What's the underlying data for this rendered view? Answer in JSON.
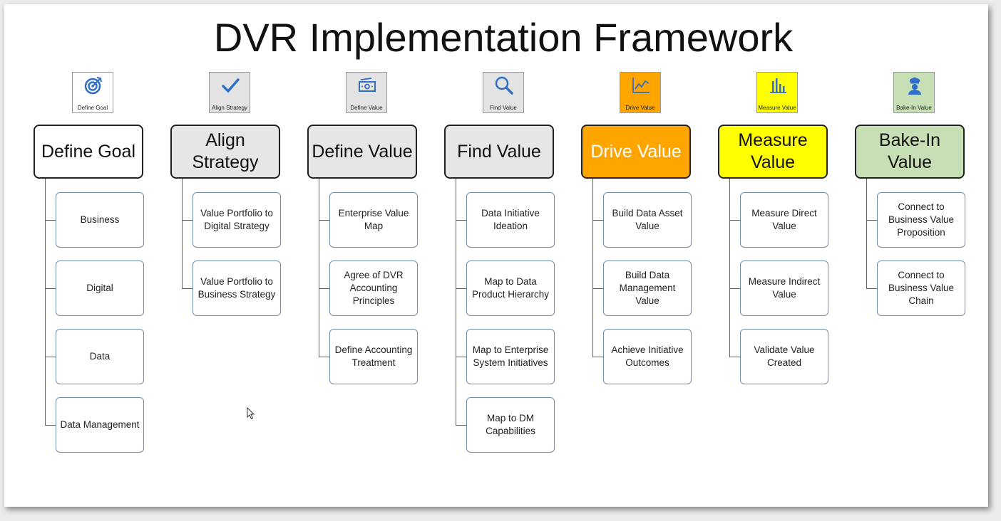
{
  "title": "DVR Implementation Framework",
  "columns": [
    {
      "header": "Define Goal",
      "icon": "target-icon",
      "icon_label": "Define Goal",
      "header_color": "#ffffff",
      "header_text_color": "#111111",
      "tile_color": "#ffffff",
      "children": [
        "Business",
        "Digital",
        "Data",
        "Data Management"
      ]
    },
    {
      "header": "Align Strategy",
      "icon": "checkmark-icon",
      "icon_label": "Align Strategy",
      "header_color": "#e6e6e6",
      "header_text_color": "#111111",
      "tile_color": "#e3e3e3",
      "children": [
        "Value Portfolio to Digital Strategy",
        "Value Portfolio to Business Strategy"
      ]
    },
    {
      "header": "Define Value",
      "icon": "money-icon",
      "icon_label": "Define Value",
      "header_color": "#e6e6e6",
      "header_text_color": "#111111",
      "tile_color": "#e3e3e3",
      "children": [
        "Enterprise Value Map",
        "Agree of DVR Accounting Principles",
        "Define Accounting Treatment"
      ]
    },
    {
      "header": "Find Value",
      "icon": "magnifier-icon",
      "icon_label": "Find Value",
      "header_color": "#e6e6e6",
      "header_text_color": "#111111",
      "tile_color": "#e3e3e3",
      "children": [
        "Data Initiative Ideation",
        "Map to Data Product Hierarchy",
        "Map to Enterprise System Initiatives",
        "Map to DM Capabilities"
      ]
    },
    {
      "header": "Drive Value",
      "icon": "line-chart-icon",
      "icon_label": "Drive Value",
      "header_color": "#ffa500",
      "header_text_color": "#ffffff",
      "tile_color": "#ffa500",
      "children": [
        "Build Data Asset Value",
        "Build Data Management Value",
        "Achieve Initiative Outcomes"
      ]
    },
    {
      "header": "Measure Value",
      "icon": "bar-chart-icon",
      "icon_label": "Measure Value",
      "header_color": "#ffff00",
      "header_text_color": "#111111",
      "tile_color": "#ffff00",
      "children": [
        "Measure Direct Value",
        "Measure Indirect Value",
        "Validate Value Created"
      ]
    },
    {
      "header": "Bake-In Value",
      "icon": "chef-icon",
      "icon_label": "Bake-In Value",
      "header_color": "#c6dfb4",
      "header_text_color": "#111111",
      "tile_color": "#c6dfb4",
      "children": [
        "Connect to Business Value Proposition",
        "Connect to Business Value Chain"
      ]
    }
  ]
}
